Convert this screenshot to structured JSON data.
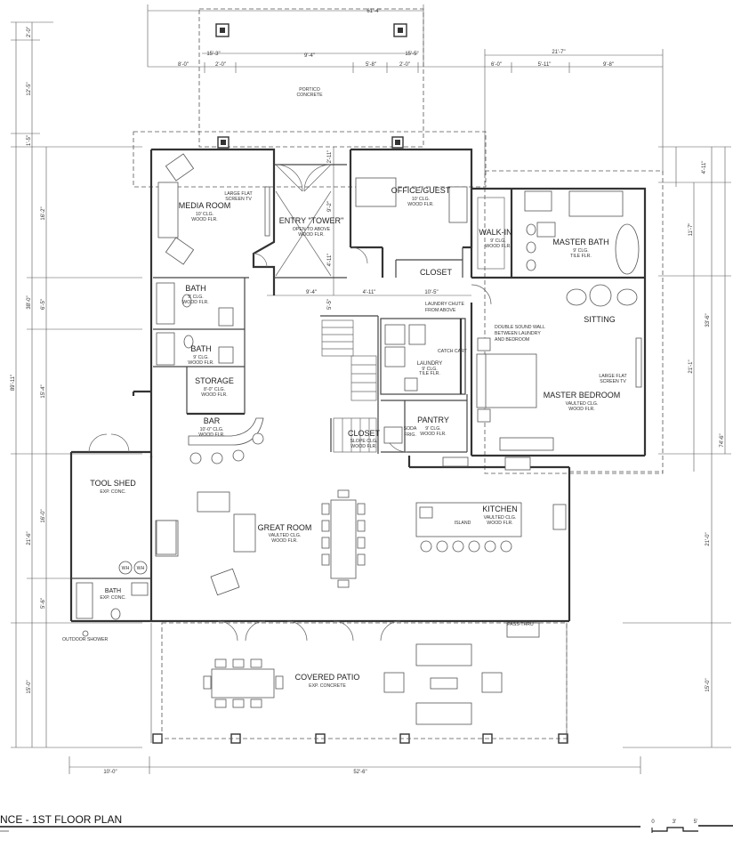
{
  "drawing": {
    "title": "NCE - 1ST FLOOR PLAN",
    "scale_marks": [
      "0",
      "3'",
      "5'"
    ]
  },
  "rooms": {
    "portico": {
      "name": "PORTICO",
      "sub": "CONCRETE"
    },
    "media": {
      "name": "MEDIA ROOM",
      "l1": "10' CLG.",
      "l2": "WOOD FLR."
    },
    "entry": {
      "name": "ENTRY \"TOWER\"",
      "l1": "OPEN TO ABOVE",
      "l2": "WOOD FLR."
    },
    "office": {
      "name": "OFFICE/GUEST",
      "l1": "10' CLG.",
      "l2": "WOOD FLR."
    },
    "office_closet": {
      "name": "CLOSET"
    },
    "walkin": {
      "name": "WALK-IN",
      "l1": "9' CLG.",
      "l2": "WOOD FLR."
    },
    "master_bath": {
      "name": "MASTER BATH",
      "l1": "9' CLG.",
      "l2": "TILE FLR."
    },
    "bath1": {
      "name": "BATH",
      "l1": "9' CLG.",
      "l2": "WOOD FLR."
    },
    "bath2": {
      "name": "BATH",
      "l1": "9' CLG.",
      "l2": "WOOD FLR."
    },
    "storage": {
      "name": "STORAGE",
      "l1": "8'-0\" CLG.",
      "l2": "WOOD FLR."
    },
    "bar": {
      "name": "BAR",
      "l1": "10'-0\" CLG.",
      "l2": "WOOD FLR."
    },
    "laundry": {
      "name": "LAUNDRY",
      "l1": "9' CLG.",
      "l2": "TILE FLR."
    },
    "closet2": {
      "name": "CLOSET",
      "l1": "SLOPE CLG.",
      "l2": "WOOD FLR."
    },
    "pantry": {
      "name": "PANTRY",
      "l1": "9' CLG.",
      "l2": "WOOD FLR."
    },
    "sitting": {
      "name": "SITTING"
    },
    "master_bed": {
      "name": "MASTER BEDROOM",
      "l1": "VAULTED CLG.",
      "l2": "WOOD FLR."
    },
    "tool_shed": {
      "name": "TOOL SHED",
      "l1": "EXP. CONC."
    },
    "great_room": {
      "name": "GREAT ROOM",
      "l1": "VAULTED CLG.",
      "l2": "WOOD FLR."
    },
    "kitchen": {
      "name": "KITCHEN",
      "l1": "VAULTED CLG.",
      "l2": "WOOD FLR."
    },
    "island": {
      "name": "ISLAND"
    },
    "bath3": {
      "name": "BATH",
      "l1": "EXP. CONC."
    },
    "patio": {
      "name": "COVERED PATIO",
      "l1": "EXP. CONCRETE"
    }
  },
  "notes": {
    "tv_media": [
      "LARGE FLAT",
      "SCREEN TV"
    ],
    "tv_master": [
      "LARGE FLAT",
      "SCREEN TV"
    ],
    "chute": [
      "LAUNDRY CHUTE",
      "FROM ABOVE"
    ],
    "catch_cart": "CATCH CART",
    "sound_wall": [
      "DOUBLE SOUND WALL",
      "BETWEEN LAUNDRY",
      "AND BEDROOM"
    ],
    "soda": [
      "SODA",
      "FRIG."
    ],
    "outdoor_shower": "OUTDOOR SHOWER",
    "pass_thru": "PASS-THRU",
    "wh1": "WH",
    "wh2": "WH"
  },
  "dims": {
    "top_overall": "61'-4\"",
    "top_15_3": "15'-3\"",
    "top_15_5": "15'-5\"",
    "top_21_7": "21'-7\"",
    "top_8_0": "8'-0\"",
    "top_2_0a": "2'-0\"",
    "top_9_4": "9'-4\"",
    "top_5_8": "5'-8\"",
    "top_2_0b": "2'-0\"",
    "top_6_0": "6'-0\"",
    "top_5_11": "5'-11\"",
    "top_9_8": "9'-8\"",
    "left_2_0": "2'-0\"",
    "left_12_5": "12'-5\"",
    "left_1_5": "1'-5\"",
    "left_16_2": "16'-2\"",
    "left_6_5": "6'-5\"",
    "left_15_4": "15'-4\"",
    "left_38_0": "38'-0\"",
    "left_89_11": "89'-11\"",
    "left_16_0": "16'-0\"",
    "left_21_6": "21'-6\"",
    "left_5_6": "5'-6\"",
    "left_15_0": "15'-0\"",
    "right_4_11": "4'-11\"",
    "right_11_7": "11'-7\"",
    "right_33_6": "33'-6\"",
    "right_21_1": "21'-1\"",
    "right_74_6": "74'-6\"",
    "right_21_0": "21'-0\"",
    "right_15_0": "15'-0\"",
    "bottom_10_0": "10'-0\"",
    "bottom_52_6": "52'-6\"",
    "mid_9_4": "9'-4\"",
    "mid_4_11": "4'-11\"",
    "mid_10_5": "10'-5\"",
    "mid_5_5": "5'-5\"",
    "entry_2_11": "2'-11\"",
    "entry_9_2": "9'-2\"",
    "entry_4_11": "4'-11\""
  }
}
